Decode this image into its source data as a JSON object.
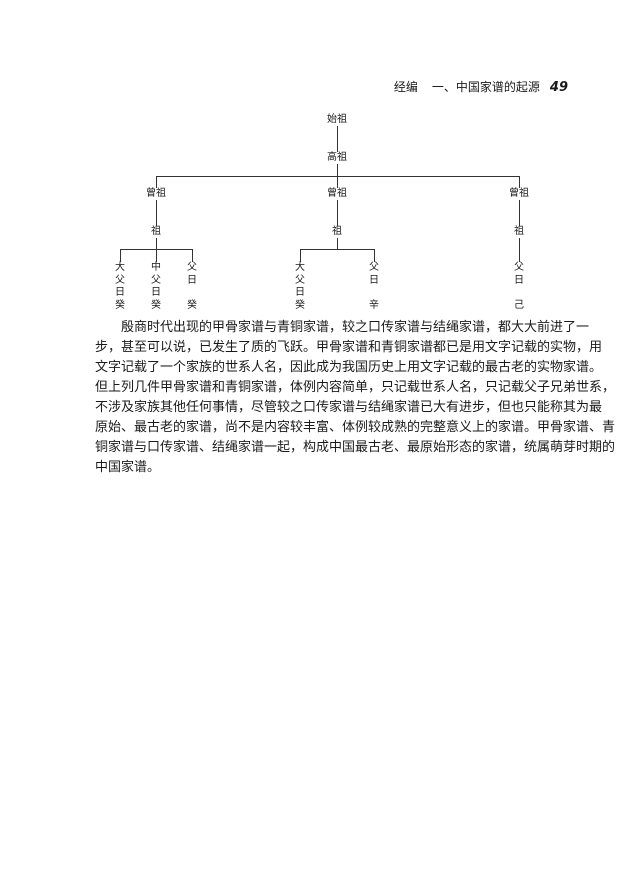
{
  "header": {
    "part": "经编",
    "section": "一、中国家谱的起源",
    "page_number": "49"
  },
  "tree": {
    "root": "始祖",
    "level2": "高祖",
    "branches": [
      {
        "label": "曾祖",
        "child": "祖",
        "leaves": [
          [
            "大",
            "父",
            "日",
            "癸"
          ],
          [
            "中",
            "父",
            "日",
            "癸"
          ],
          [
            "父",
            "日",
            "",
            "癸"
          ]
        ]
      },
      {
        "label": "曾祖",
        "child": "祖",
        "leaves": [
          [
            "大",
            "父",
            "日",
            "癸"
          ],
          [
            "父",
            "日",
            "",
            "辛"
          ]
        ]
      },
      {
        "label": "曾祖",
        "child": "祖",
        "leaves": [
          [
            "父",
            "日",
            "",
            "己"
          ]
        ]
      }
    ]
  },
  "paragraph": [
    "殷商时代出现的甲骨家谱与青铜家谱，较之口传家谱与结绳家谱，都大大前进了一",
    "步，甚至可以说，已发生了质的飞跃。甲骨家谱和青铜家谱都已是用文字记载的实物，用",
    "文字记载了一个家族的世系人名，因此成为我国历史上用文字记载的最古老的实物家谱。",
    "但上列几件甲骨家谱和青铜家谱，体例内容简单，只记载世系人名，只记载父子兄弟世系，",
    "不涉及家族其他任何事情，尽管较之口传家谱与结绳家谱已大有进步，但也只能称其为最",
    "原始、最古老的家谱，尚不是内容较丰富、体例较成熟的完整意义上的家谱。甲骨家谱、青",
    "铜家谱与口传家谱、结绳家谱一起，构成中国最古老、最原始形态的家谱，统属萌芽时期的",
    "中国家谱。"
  ]
}
